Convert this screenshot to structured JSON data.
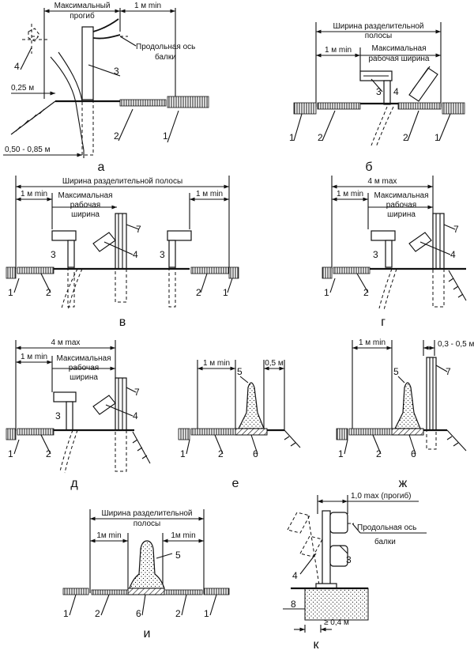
{
  "labels": {
    "max_deflection": "Максимальный прогиб",
    "max_deflection_1": "Максимальный",
    "max_deflection_2": "прогиб",
    "one_m_min": "1 м min",
    "one_m_min_short": "1м min",
    "beam_axis_1": "Продольная ось",
    "beam_axis_2": "балки",
    "dim_025": "0,25 м",
    "dim_050_085": "0,50 - 0,85 м",
    "strip_width_1": "Ширина разделительной",
    "strip_width_2": "полосы",
    "strip_width_full": "Ширина разделительной полосы",
    "max_work_1": "Максимальная",
    "max_work_2": "рабочая ширина",
    "max_work_2a": "рабочая",
    "max_work_3": "ширина",
    "four_m_max": "4 м max",
    "half_m": "0,5 м",
    "dim_03_05": "0,3 - 0,5 м",
    "one_m_max_defl": "1,0 max (прогиб)",
    "ge_04": "≥ 0,4 м"
  },
  "numbers": {
    "n1": "1",
    "n2": "2",
    "n3": "3",
    "n4": "4",
    "n5": "5",
    "n6": "6",
    "n7": "7",
    "n8": "8"
  },
  "captions": {
    "a": "а",
    "b": "б",
    "v": "в",
    "g": "г",
    "d": "д",
    "e": "е",
    "zh": "ж",
    "i": "и",
    "k": "к"
  }
}
